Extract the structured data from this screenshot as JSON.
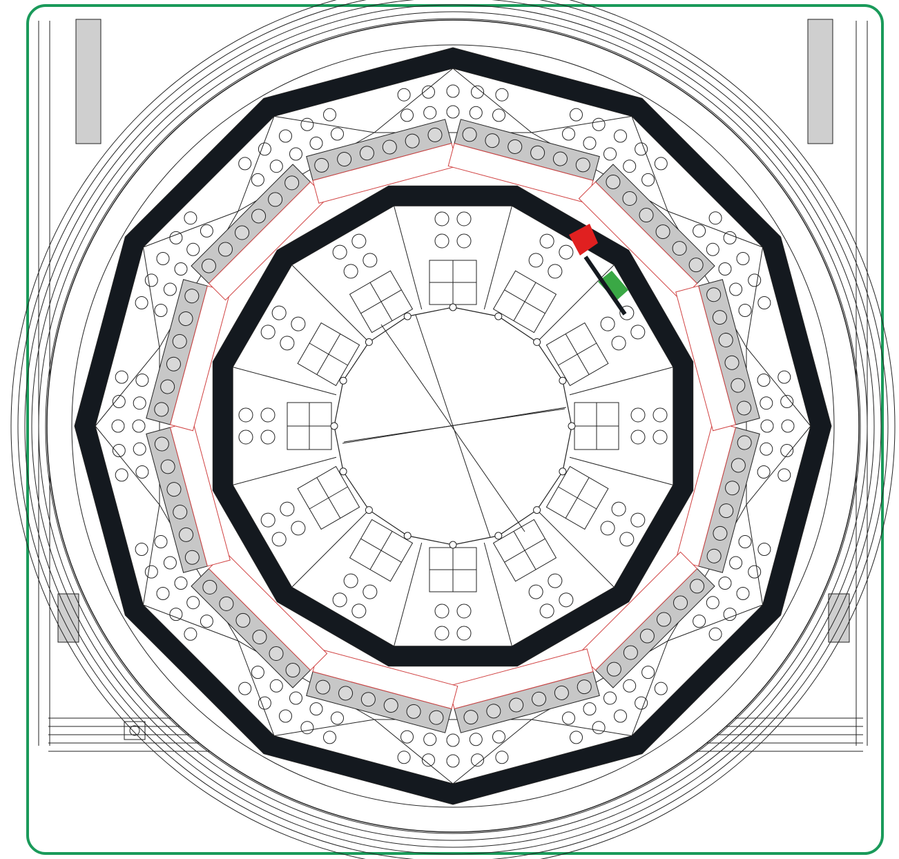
{
  "diagram": {
    "kind": "technical cross-section drawing",
    "sectors": 12,
    "colors": {
      "frame": "#1a9a5a",
      "outline": "#222222",
      "heavy_ring": "#14191f",
      "module_fill": "#c7c7c7",
      "highlight_red": "#e02020",
      "highlight_green": "#3aa845",
      "accent_red": "#d04040"
    },
    "highlights": [
      {
        "name": "red-marker",
        "color": "#e02020"
      },
      {
        "name": "green-marker",
        "color": "#3aa845"
      }
    ]
  }
}
